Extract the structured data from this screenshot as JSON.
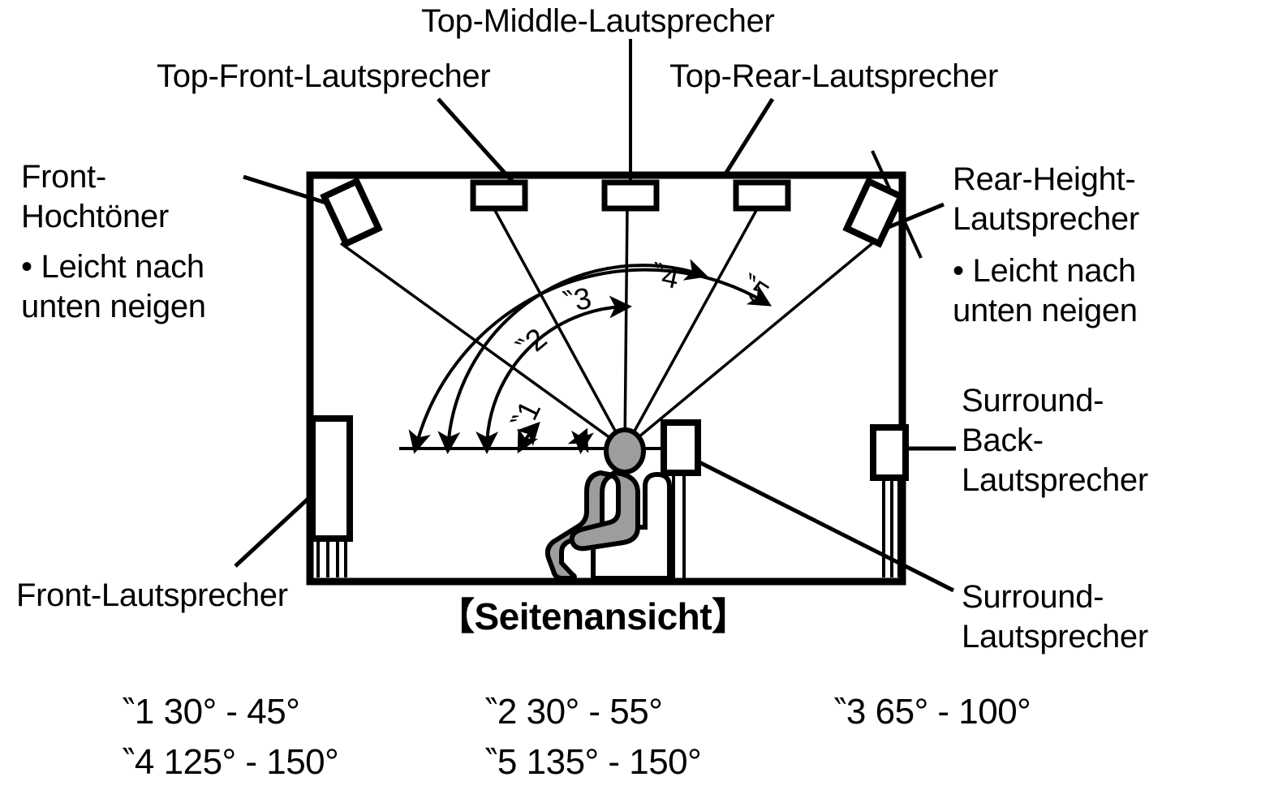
{
  "diagram": {
    "caption": "【Seitenansicht】",
    "view_type": "Seitenansicht",
    "colors": {
      "line": "#000000",
      "background": "#ffffff",
      "person_fill": "#9d9d9d",
      "speaker_fill": "#ffffff"
    }
  },
  "labels": {
    "top_middle": "Top-Middle-Lautsprecher",
    "top_front": "Top-Front-Lautsprecher",
    "top_rear": "Top-Rear-Lautsprecher",
    "front_height_title": "Front-\nHochtöner",
    "front_height_note": "• Leicht nach\n   unten neigen",
    "rear_height_title": "Rear-Height-\nLautsprecher",
    "rear_height_note": "• Leicht nach\n   unten neigen",
    "surround_back": "Surround-\nBack-\nLautsprecher",
    "surround": "Surround-\nLautsprecher",
    "front": "Front-Lautsprecher"
  },
  "angle_markers": {
    "a1": "‶1",
    "a2": "‶2",
    "a3": "‶3",
    "a4": "‶4",
    "a5": "‶5"
  },
  "angle_legend": [
    {
      "marker": "‶1",
      "range": "30° - 45°",
      "text": "‶1 30° - 45°"
    },
    {
      "marker": "‶2",
      "range": "30° - 55°",
      "text": "‶2 30° - 55°"
    },
    {
      "marker": "‶3",
      "range": "65° - 100°",
      "text": "‶3 65° - 100°"
    },
    {
      "marker": "‶4",
      "range": "125° - 150°",
      "text": "‶4 125° - 150°"
    },
    {
      "marker": "‶5",
      "range": "135° - 150°",
      "text": "‶5 135° - 150°"
    }
  ]
}
